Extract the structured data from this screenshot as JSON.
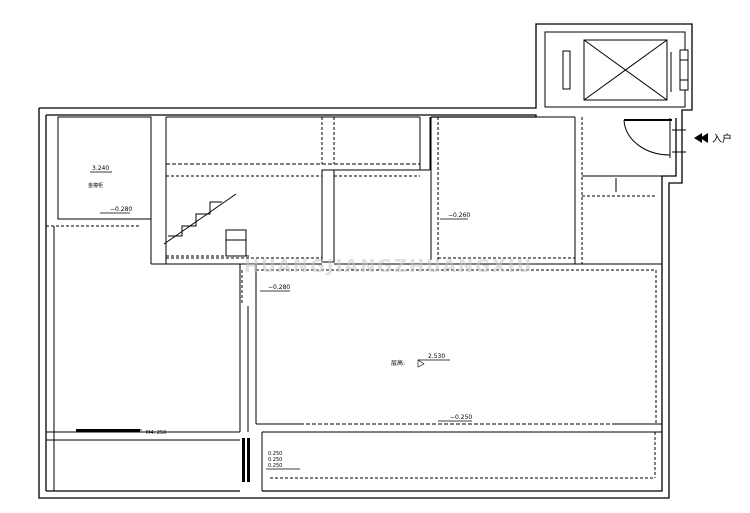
{
  "labels": {
    "entrance": "入户",
    "level_3240": "3.240",
    "cabinet_text": "金樽柜",
    "level_n0280_a": "−0.280",
    "level_n0260": "−0.260",
    "level_n0280_b": "−0.280",
    "ceiling_prefix": "层高:",
    "level_2530": "2.530",
    "level_n0250": "−0.250",
    "bottom_dim": "M4: 250",
    "stack_1": "0.250",
    "stack_2": "0.250",
    "stack_3": "0.250",
    "watermark": "HUANGJIANGZHUANGXIU"
  },
  "colors": {
    "line": "#000000",
    "watermark": "#c8c8c8"
  }
}
